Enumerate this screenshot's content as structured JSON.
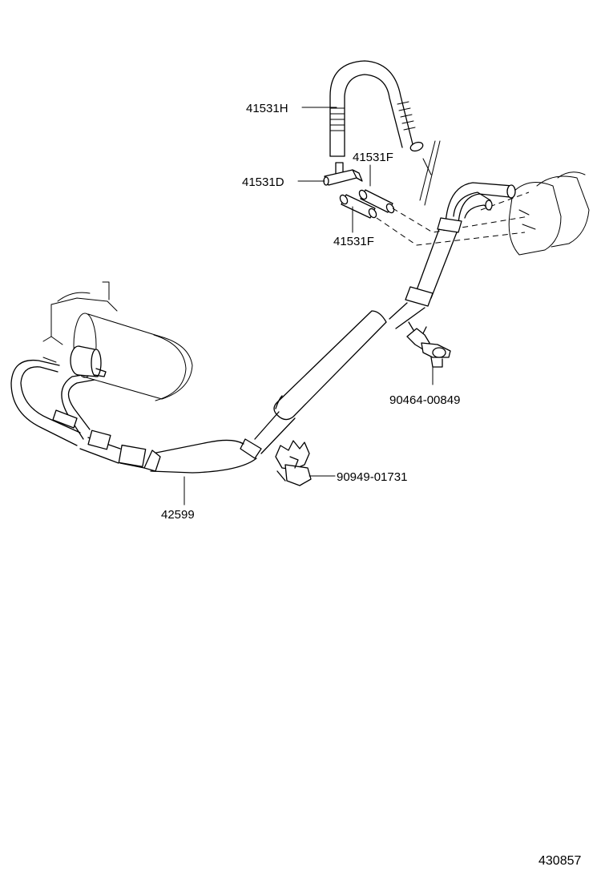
{
  "parts": {
    "hose_41531H": "41531H",
    "hose_41531F_upper": "41531F",
    "tee_41531D": "41531D",
    "hose_41531F_lower": "41531F",
    "clamp_90464": "90464-00849",
    "clip_90949": "90949-01731",
    "tube_42599": "42599"
  },
  "figure_number": "430857"
}
